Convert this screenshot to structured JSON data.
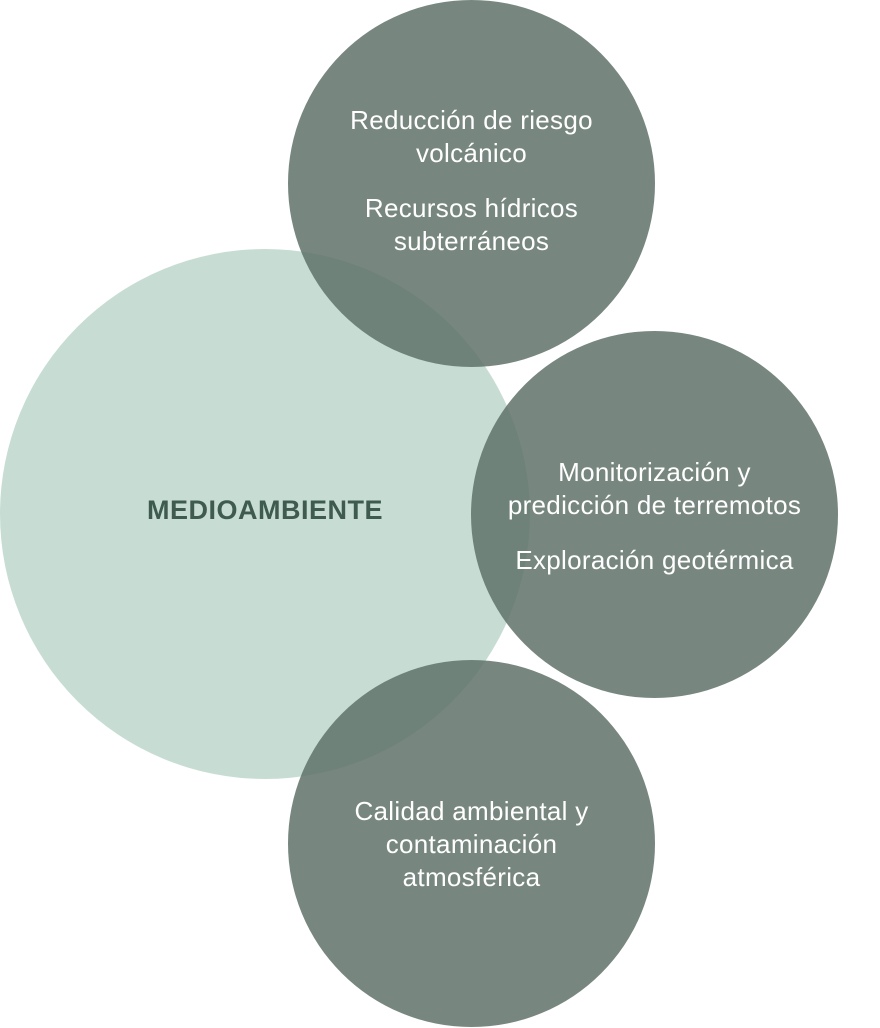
{
  "main": {
    "label": "MEDIOAMBIENTE"
  },
  "top": {
    "items": [
      {
        "lines": [
          "Reducción de riesgo",
          "volcánico"
        ]
      },
      {
        "lines": [
          "Recursos hídricos",
          "subterráneos"
        ]
      }
    ]
  },
  "right": {
    "items": [
      {
        "lines": [
          "Monitorización y",
          "predicción de terremotos"
        ]
      },
      {
        "lines": [
          "Exploración geotérmica"
        ]
      }
    ]
  },
  "bottom": {
    "items": [
      {
        "lines": [
          "Calidad ambiental y",
          "contaminación",
          "atmosférica"
        ]
      }
    ]
  },
  "colors": {
    "main_circle": "#c7ddd3",
    "satellite_circle": "#5f7268",
    "main_text": "#3f5a4e",
    "satellite_text": "#ffffff"
  }
}
